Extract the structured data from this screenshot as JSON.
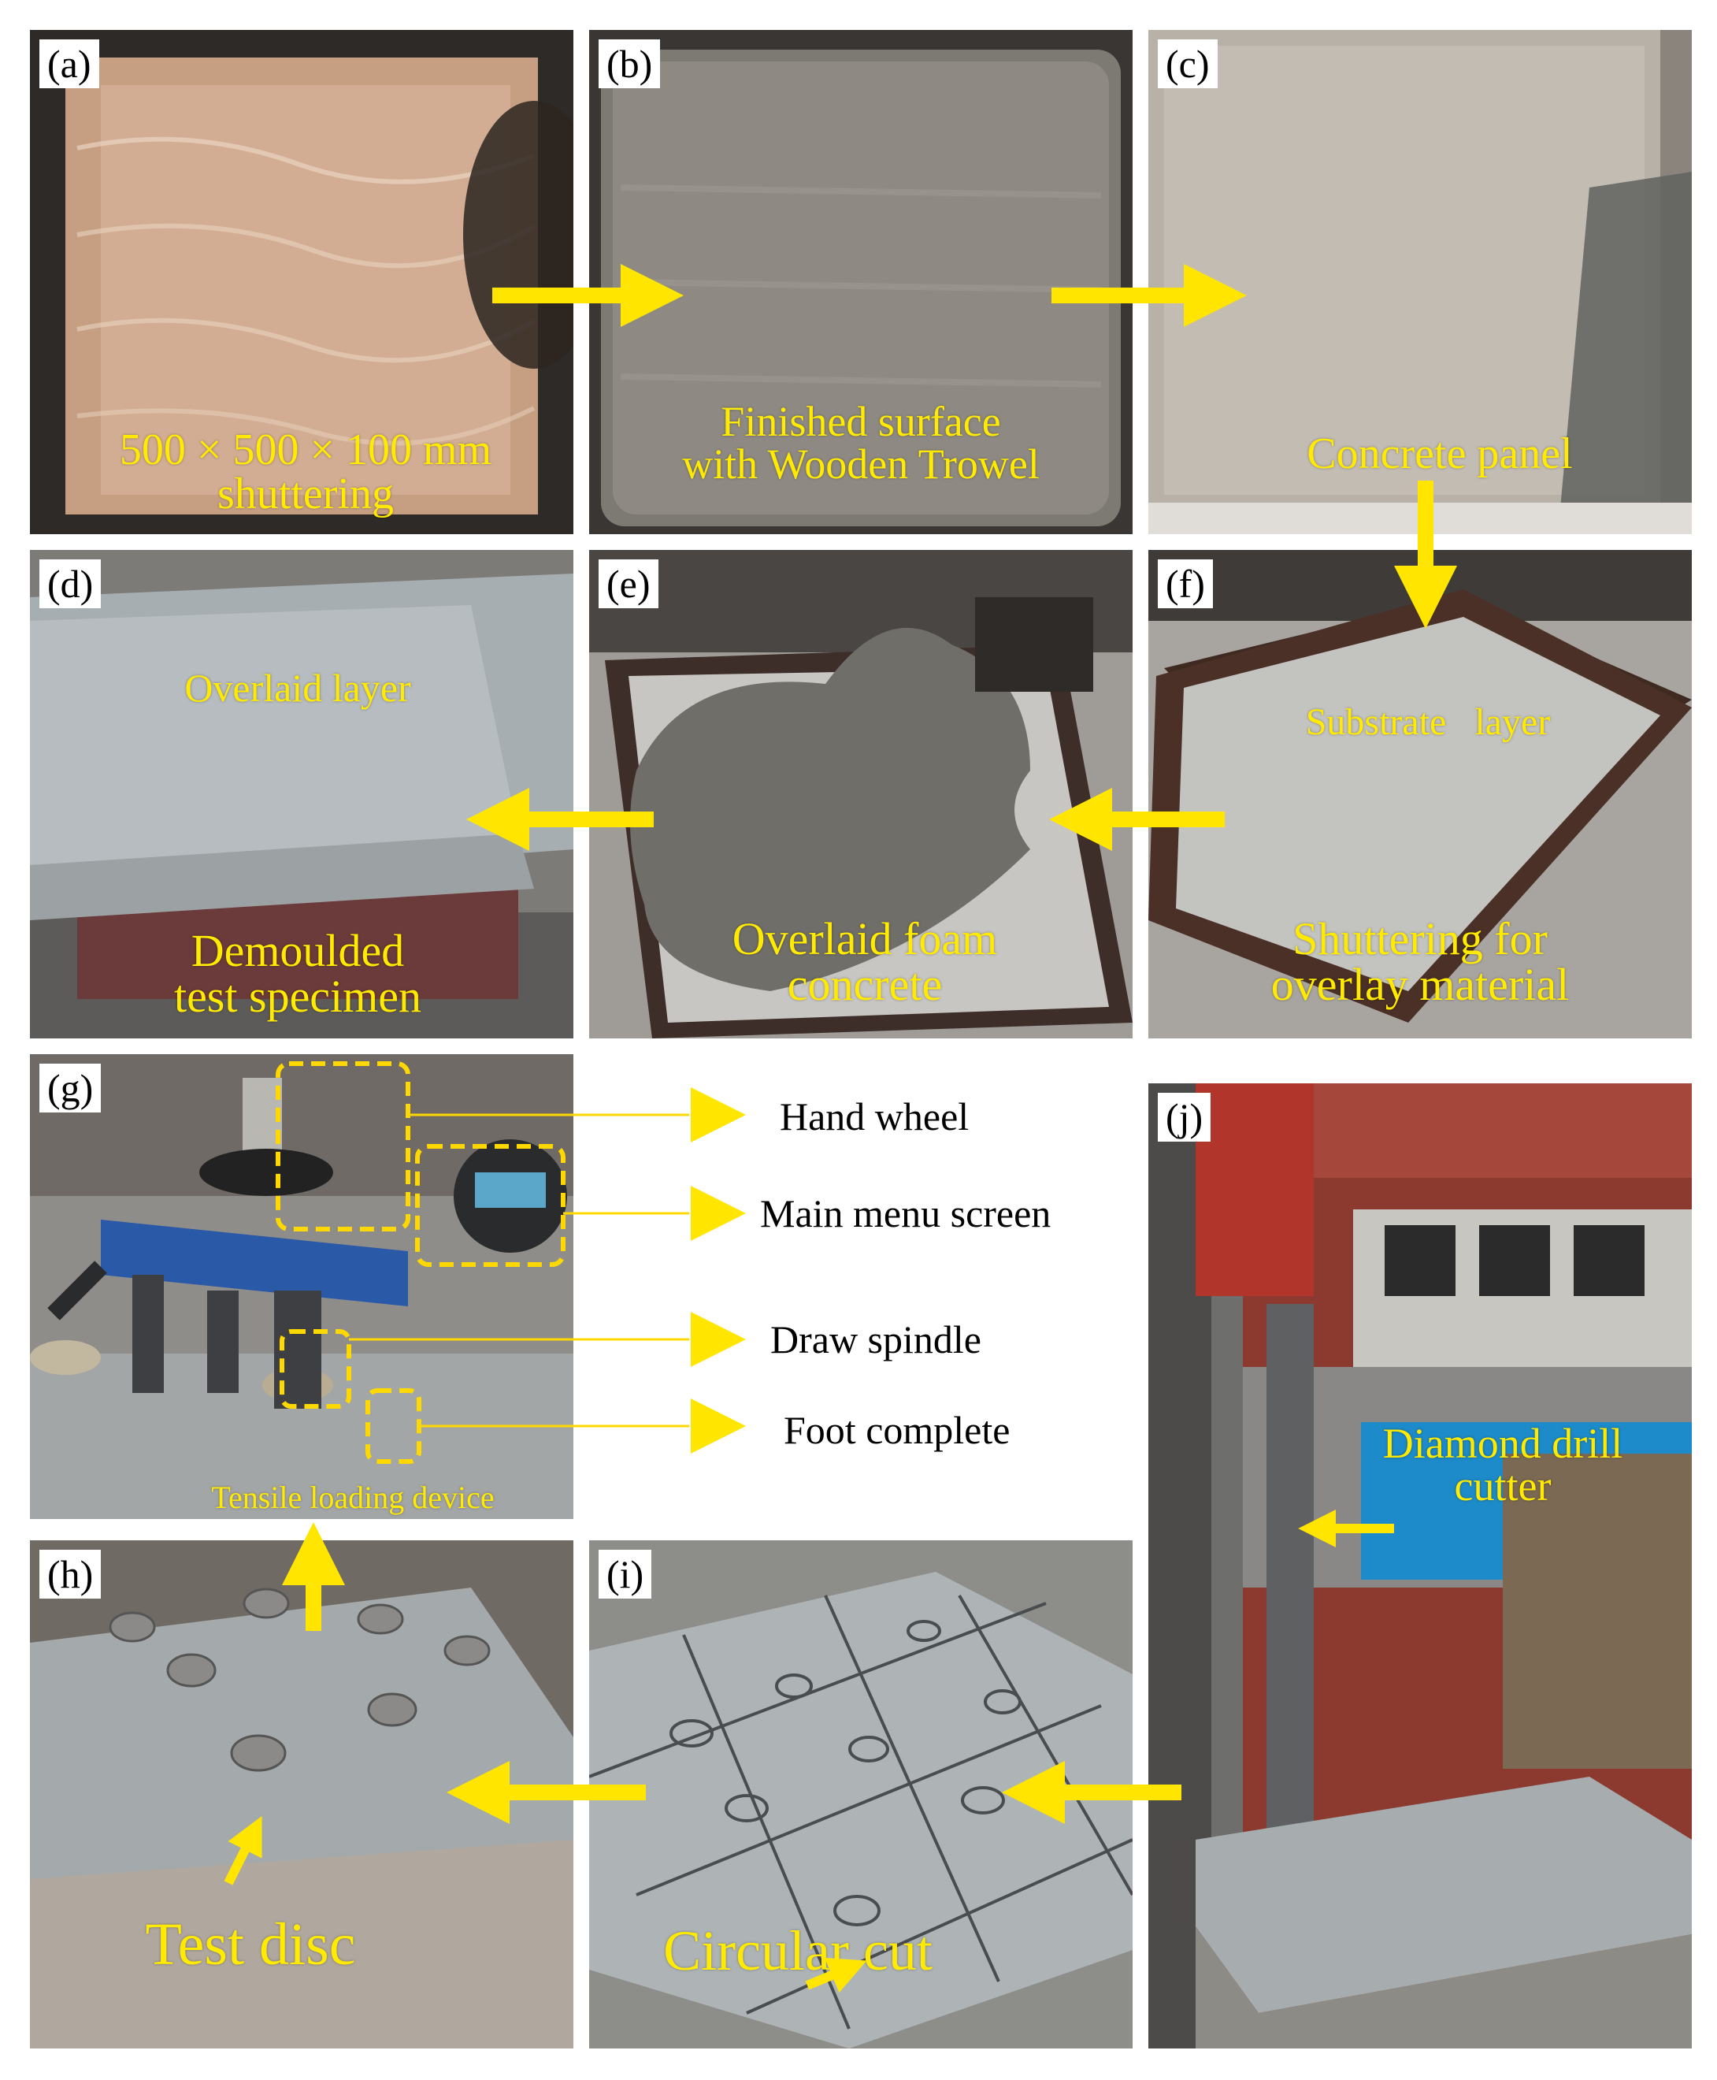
{
  "panels": {
    "a": {
      "label": "(a)",
      "caption": "500 × 500 × 100 mm\nshuttering"
    },
    "b": {
      "label": "(b)",
      "caption": "Finished  surface\nwith Wooden  Trowel"
    },
    "c": {
      "label": "(c)",
      "caption": "Concrete panel"
    },
    "d": {
      "label": "(d)",
      "caption_top": "Overlaid  layer",
      "caption_bottom": "Demoulded\ntest specimen"
    },
    "e": {
      "label": "(e)",
      "caption": "Overlaid foam\nconcrete"
    },
    "f": {
      "label": "(f)",
      "caption_top": "Substrate   layer",
      "caption_bottom": "Shuttering for\noverlay material"
    },
    "g": {
      "label": "(g)",
      "caption": "Tensile loading device"
    },
    "h": {
      "label": "(h)",
      "caption": "Test disc"
    },
    "i": {
      "label": "(i)",
      "caption": "Circular cut"
    },
    "j": {
      "label": "(j)",
      "caption": "Diamond drill\ncutter"
    }
  },
  "callouts": {
    "hand_wheel": "Hand wheel",
    "main_menu_screen": "Main menu screen",
    "draw_spindle": "Draw spindle",
    "foot_complete": "Foot complete"
  },
  "colors": {
    "arrow_yellow": "#ffe500",
    "caption_yellow": "#ffea00",
    "callout_line": "#ffd800"
  }
}
